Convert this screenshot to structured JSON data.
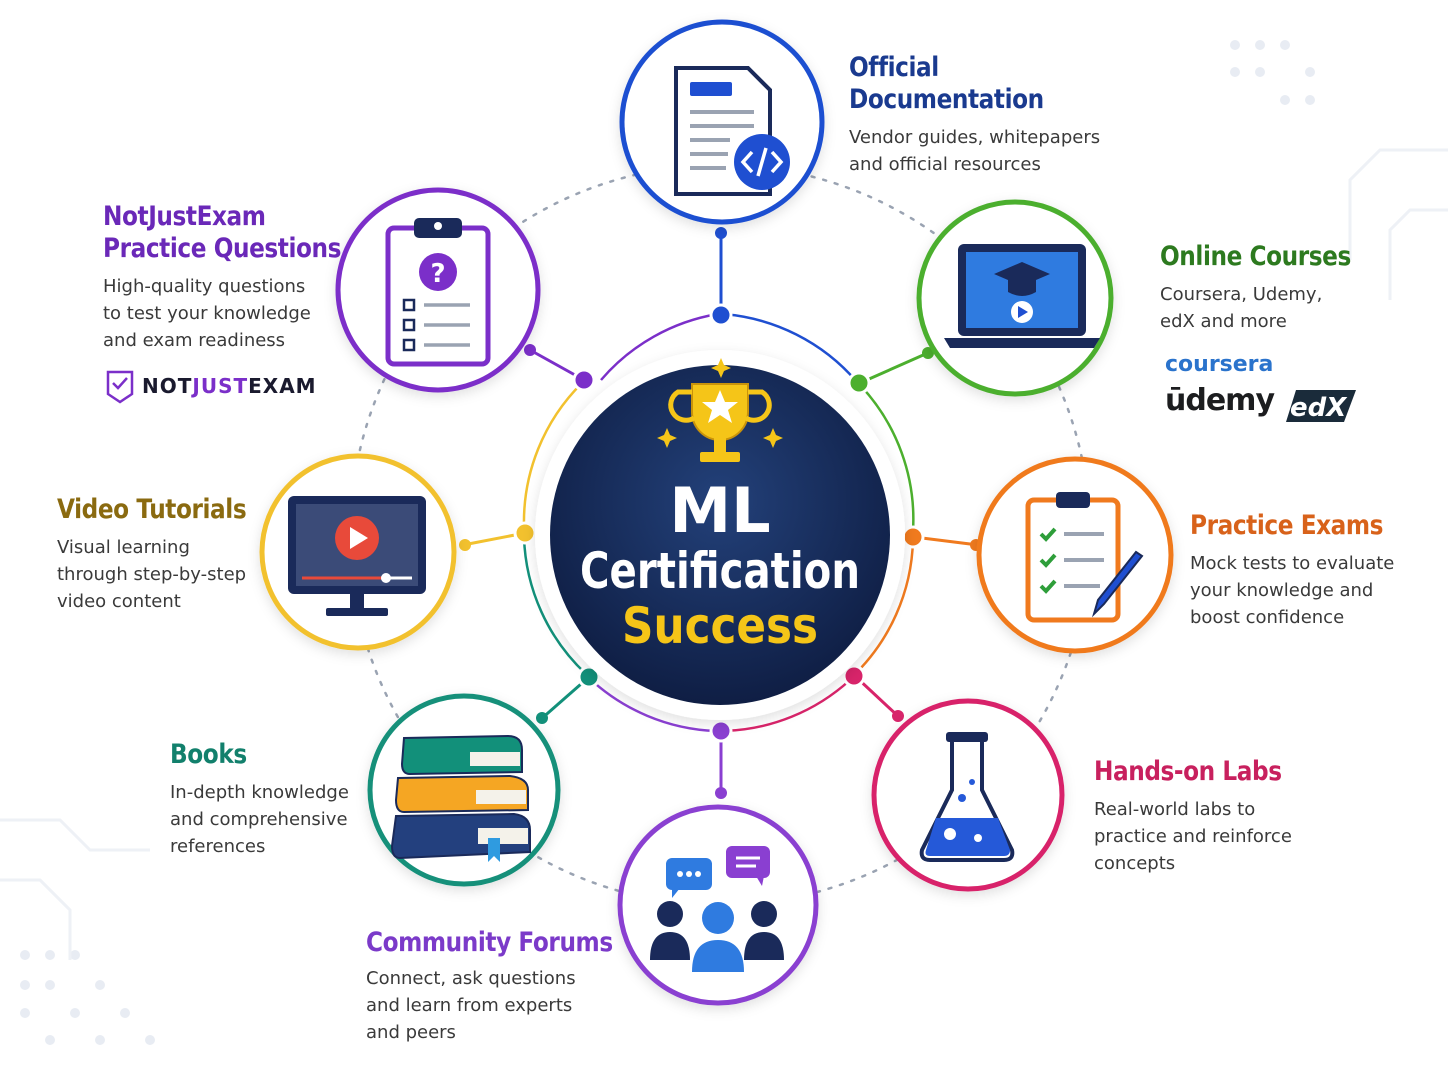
{
  "center": {
    "line1": "ML",
    "line2": "Certification",
    "line3": "Success",
    "accent": "#f5c518",
    "bg": "#1a2f5e"
  },
  "nodes": {
    "official_docs": {
      "title_l1": "Official",
      "title_l2": "Documentation",
      "desc_l1": "Vendor guides, whitepapers",
      "desc_l2": "and official resources",
      "color": "#1f4fd1",
      "icon": "document-code-icon"
    },
    "online_courses": {
      "title_l1": "Online Courses",
      "desc_l1": "Coursera, Udemy,",
      "desc_l2": "edX and more",
      "color": "#4caf2e",
      "icon": "laptop-graduation-icon"
    },
    "practice_exams": {
      "title_l1": "Practice Exams",
      "desc_l1": "Mock tests to evaluate",
      "desc_l2": "your knowledge and",
      "desc_l3": "boost confidence",
      "color": "#f07a1e",
      "icon": "clipboard-checklist-icon"
    },
    "hands_on_labs": {
      "title_l1": "Hands-on Labs",
      "desc_l1": "Real-world labs to",
      "desc_l2": "practice and reinforce",
      "desc_l3": "concepts",
      "color": "#d8246a",
      "icon": "flask-icon"
    },
    "community": {
      "title_l1": "Community Forums",
      "desc_l1": "Connect, ask questions",
      "desc_l2": "and learn from experts",
      "desc_l3": "and peers",
      "color": "#8a3fd1",
      "icon": "people-chat-icon"
    },
    "books": {
      "title_l1": "Books",
      "desc_l1": "In-depth knowledge",
      "desc_l2": "and comprehensive",
      "desc_l3": "references",
      "color": "#12907a",
      "icon": "books-icon"
    },
    "video": {
      "title_l1": "Video Tutorials",
      "desc_l1": "Visual learning",
      "desc_l2": "through step-by-step",
      "desc_l3": "video content",
      "color": "#f2c12e",
      "title_color": "#8a6a10",
      "icon": "video-monitor-icon"
    },
    "notjustexam": {
      "title_l1": "NotJustExam",
      "title_l2": "Practice Questions",
      "desc_l1": "High-quality questions",
      "desc_l2": "to test your knowledge",
      "desc_l3": "and exam readiness",
      "color": "#7b2fc9",
      "icon": "clipboard-question-icon"
    }
  },
  "brands": {
    "coursera": "coursera",
    "udemy": "ūdemy",
    "edx": "edX",
    "notjustexam_a": "NOT",
    "notjustexam_b": "JUST",
    "notjustexam_c": "EXAM"
  }
}
